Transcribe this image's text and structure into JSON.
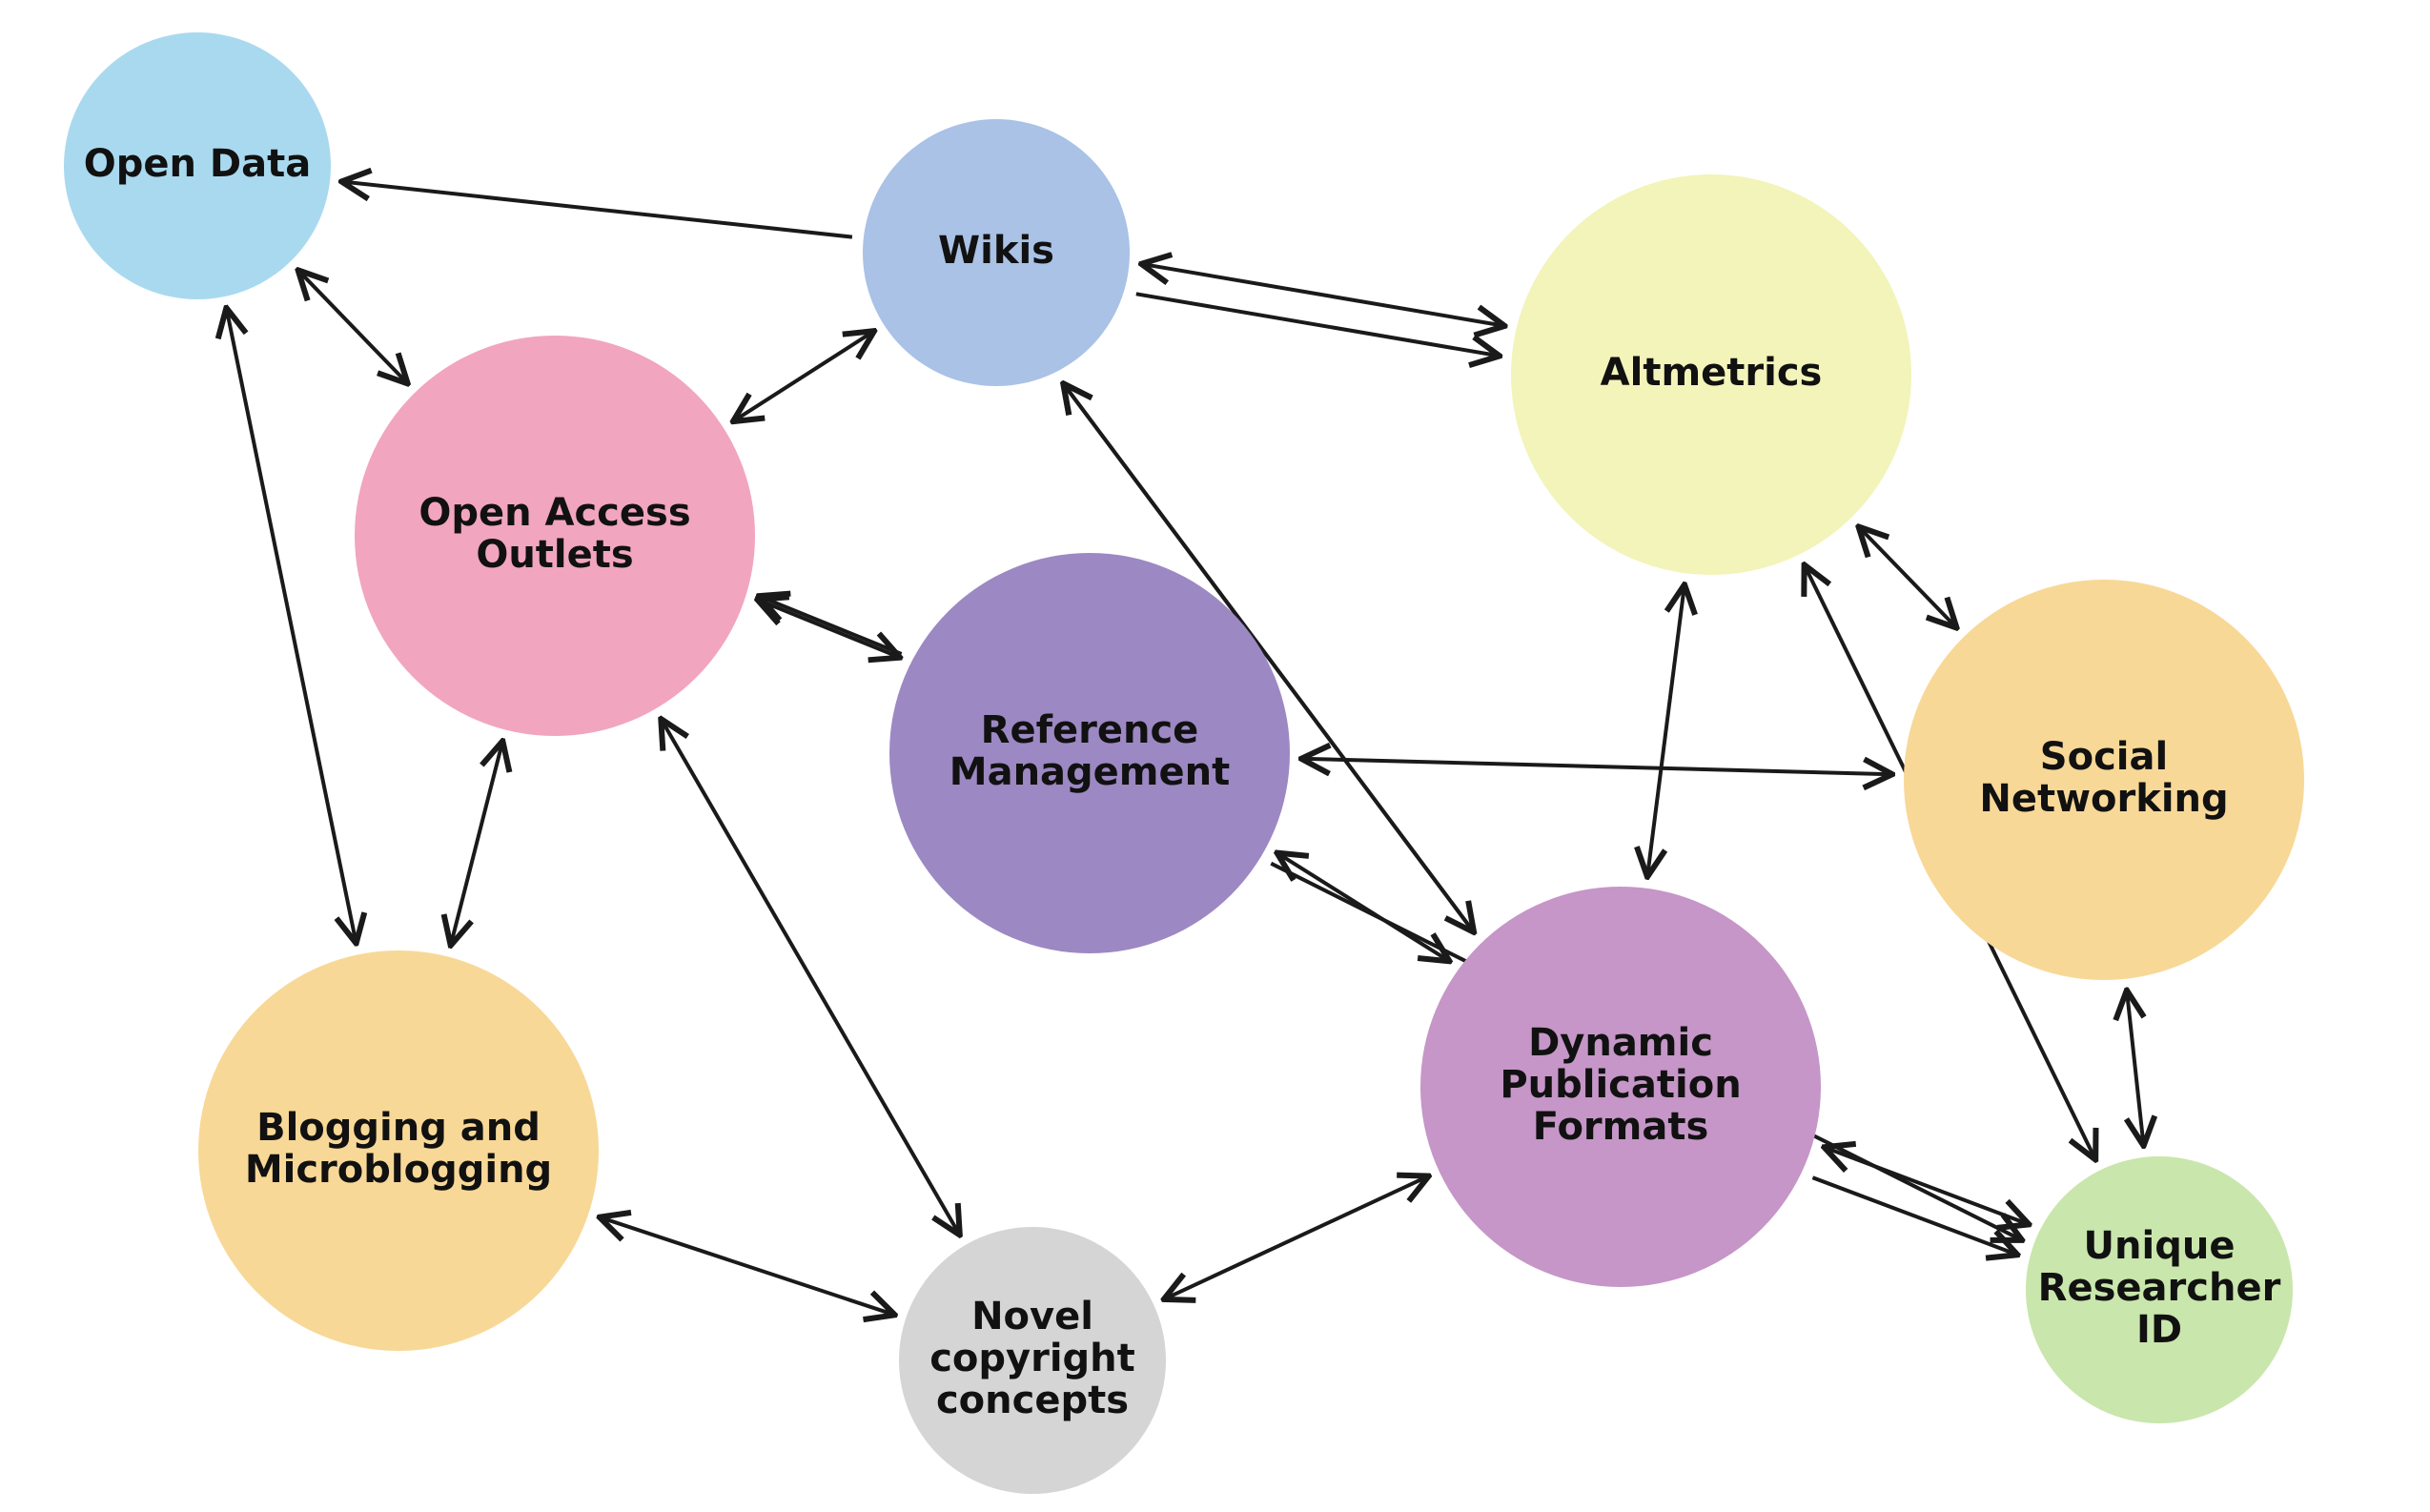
{
  "nodes": [
    {
      "id": "open-data",
      "label_lines": [
        "Open Data"
      ],
      "color": "#a9d9ef"
    },
    {
      "id": "wikis",
      "label_lines": [
        "Wikis"
      ],
      "color": "#a9c2e6"
    },
    {
      "id": "altmetrics",
      "label_lines": [
        "Altmetrics"
      ],
      "color": "#f2f4b9"
    },
    {
      "id": "open-access-outlets",
      "label_lines": [
        "Open Access",
        "Outlets"
      ],
      "color": "#f2a5bf"
    },
    {
      "id": "reference-management",
      "label_lines": [
        "Reference",
        "Management"
      ],
      "color": "#9c88c3"
    },
    {
      "id": "social-networking",
      "label_lines": [
        "Social",
        "Networking"
      ],
      "color": "#f8d897"
    },
    {
      "id": "blogging-and-microblogging",
      "label_lines": [
        "Blogging and",
        "Microblogging"
      ],
      "color": "#f8d897"
    },
    {
      "id": "dynamic-publication-formats",
      "label_lines": [
        "Dynamic",
        "Publication",
        "Formats"
      ],
      "color": "#c596c7"
    },
    {
      "id": "novel-copyright-concepts",
      "label_lines": [
        "Novel",
        "copyright",
        "concepts"
      ],
      "color": "#d5d5d5"
    },
    {
      "id": "unique-researcher-id",
      "label_lines": [
        "Unique",
        "Researcher",
        "ID"
      ],
      "color": "#c9e6ac"
    }
  ],
  "edges": [
    {
      "from": "wikis",
      "to": "open-data",
      "direction": "to"
    },
    {
      "from": "wikis",
      "to": "altmetrics",
      "direction": "both"
    },
    {
      "from": "wikis",
      "to": "altmetrics",
      "direction": "to"
    },
    {
      "from": "open-data",
      "to": "open-access-outlets",
      "direction": "both"
    },
    {
      "from": "open-data",
      "to": "blogging-and-microblogging",
      "direction": "both"
    },
    {
      "from": "wikis",
      "to": "open-access-outlets",
      "direction": "both"
    },
    {
      "from": "open-access-outlets",
      "to": "reference-management",
      "direction": "both"
    },
    {
      "from": "reference-management",
      "to": "open-access-outlets",
      "direction": "to"
    },
    {
      "from": "open-access-outlets",
      "to": "blogging-and-microblogging",
      "direction": "both"
    },
    {
      "from": "open-access-outlets",
      "to": "novel-copyright-concepts",
      "direction": "both"
    },
    {
      "from": "dynamic-publication-formats",
      "to": "wikis",
      "direction": "to"
    },
    {
      "from": "wikis",
      "to": "dynamic-publication-formats",
      "direction": "both"
    },
    {
      "from": "altmetrics",
      "to": "social-networking",
      "direction": "both"
    },
    {
      "from": "altmetrics",
      "to": "dynamic-publication-formats",
      "direction": "both"
    },
    {
      "from": "altmetrics",
      "to": "unique-researcher-id",
      "direction": "both"
    },
    {
      "from": "reference-management",
      "to": "social-networking",
      "direction": "both"
    },
    {
      "from": "reference-management",
      "to": "dynamic-publication-formats",
      "direction": "both"
    },
    {
      "from": "reference-management",
      "to": "unique-researcher-id",
      "direction": "to"
    },
    {
      "from": "social-networking",
      "to": "unique-researcher-id",
      "direction": "both"
    },
    {
      "from": "dynamic-publication-formats",
      "to": "unique-researcher-id",
      "direction": "both"
    },
    {
      "from": "dynamic-publication-formats",
      "to": "unique-researcher-id",
      "direction": "to"
    },
    {
      "from": "blogging-and-microblogging",
      "to": "novel-copyright-concepts",
      "direction": "both"
    },
    {
      "from": "novel-copyright-concepts",
      "to": "dynamic-publication-formats",
      "direction": "both"
    }
  ]
}
